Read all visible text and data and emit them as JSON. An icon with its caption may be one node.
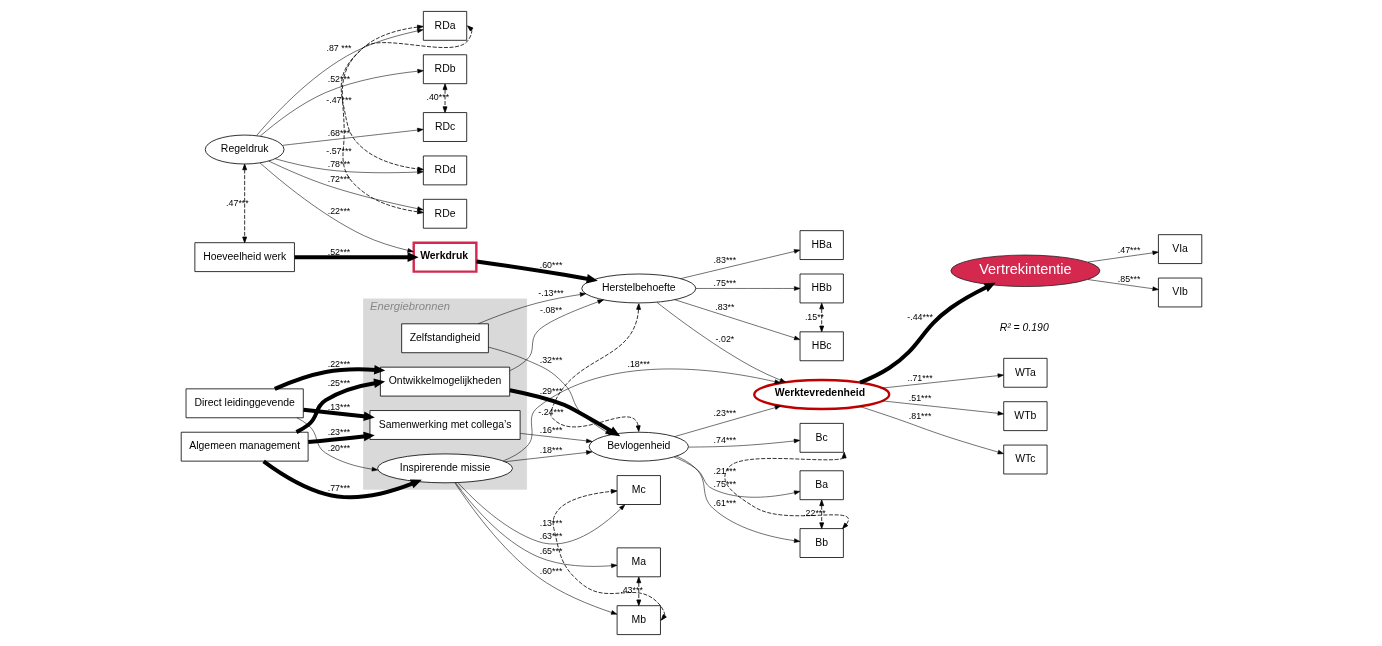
{
  "diagram": {
    "nodes": [
      {
        "text": [
          "RDa"
        ]
      },
      {
        "text": [
          "RDb"
        ]
      },
      {
        "text": [
          "RDc"
        ]
      },
      {
        "text": [
          "RDd"
        ]
      },
      {
        "text": [
          "RDe"
        ]
      },
      {
        "text": [
          "Regeldruk"
        ]
      },
      {
        "text": [
          "Hoeveelheid werk"
        ]
      },
      {
        "text": [
          "Werkdruk"
        ]
      },
      {
        "text": [
          "HBa"
        ]
      },
      {
        "text": [
          "HBb"
        ]
      },
      {
        "text": [
          "HBc"
        ]
      },
      {
        "text": [
          "Herstelbehoefte"
        ]
      },
      {
        "text": [
          "VIa"
        ]
      },
      {
        "text": [
          "VIb"
        ]
      },
      {
        "text": [
          "Vertrekintentie"
        ],
        "beside": [
          "R² = 0.190"
        ]
      },
      {
        "text": [
          "Energiebronnen"
        ]
      },
      {
        "text": [
          "Zelfstandigheid"
        ],
        "in": 15
      },
      {
        "text": [
          "Ontwikkelmogelijkheden"
        ],
        "in": 15
      },
      {
        "text": [
          "Samenwerking met collega’s"
        ],
        "in": 15
      },
      {
        "text": [
          "Inspirerende missie"
        ],
        "in": 15
      },
      {
        "text": [
          "Algemeen management"
        ]
      },
      {
        "text": [
          "Direct leidinggevende"
        ]
      },
      {
        "text": [
          "Bevlogenheid"
        ]
      },
      {
        "text": [
          "Werktevredenheid"
        ]
      },
      {
        "text": [
          "Ma"
        ]
      },
      {
        "text": [
          "Mb"
        ]
      },
      {
        "text": [
          "Mc"
        ]
      },
      {
        "text": [
          "Ba"
        ]
      },
      {
        "text": [
          "Bb"
        ]
      },
      {
        "text": [
          "Bc"
        ]
      },
      {
        "text": [
          "WTa"
        ]
      },
      {
        "text": [
          "WTb"
        ]
      },
      {
        "text": [
          "WTc"
        ]
      }
    ],
    "edges": [
      {
        "from": 5,
        "to": 0,
        "arrow": "to",
        "label": ".87 ***"
      },
      {
        "from": 5,
        "to": 1,
        "arrow": "to",
        "label": ".52***"
      },
      {
        "from": 5,
        "to": 2,
        "arrow": "to",
        "label": ".68***"
      },
      {
        "from": 5,
        "to": 3,
        "arrow": "to",
        "label": ".78***"
      },
      {
        "from": 5,
        "to": 4,
        "arrow": "to",
        "label": ".72***"
      },
      {
        "from": 1,
        "to": 2,
        "arrow": "both",
        "label": ".40***",
        "style": "dashed"
      },
      {
        "from": 0,
        "to": 3,
        "arrow": "both",
        "label": "-.47***",
        "style": "dashed"
      },
      {
        "from": 0,
        "to": 4,
        "arrow": "both",
        "label": "-.57***",
        "style": "dashed"
      },
      {
        "from": 5,
        "to": 6,
        "arrow": "both",
        "label": ".47***",
        "style": "dashed"
      },
      {
        "from": 5,
        "to": 7,
        "arrow": "to",
        "label": ".22***"
      },
      {
        "from": 6,
        "to": 7,
        "arrow": "to",
        "label": ".52***",
        "style": "thick"
      },
      {
        "from": 7,
        "to": 11,
        "arrow": "to",
        "label": ".60***",
        "style": "thick"
      },
      {
        "from": 11,
        "to": 8,
        "arrow": "to",
        "label": ".83***"
      },
      {
        "from": 11,
        "to": 9,
        "arrow": "to",
        "label": ".75***"
      },
      {
        "from": 11,
        "to": 10,
        "arrow": "to",
        "label": ".83**"
      },
      {
        "from": 9,
        "to": 10,
        "arrow": "both",
        "label": ".15**",
        "style": "dashed"
      },
      {
        "from": 14,
        "to": 12,
        "arrow": "to",
        "label": ".47***"
      },
      {
        "from": 14,
        "to": 13,
        "arrow": "to",
        "label": ".85***"
      },
      {
        "from": 16,
        "to": 11,
        "arrow": "to",
        "label": "-.13***"
      },
      {
        "from": 17,
        "to": 11,
        "arrow": "to",
        "label": "-.08**"
      },
      {
        "from": 16,
        "to": 22,
        "arrow": "to",
        "label": ".32***"
      },
      {
        "from": 17,
        "to": 22,
        "arrow": "to",
        "label": ".29***",
        "style": "thick"
      },
      {
        "from": 18,
        "to": 22,
        "arrow": "to",
        "label": ".16***"
      },
      {
        "from": 19,
        "to": 22,
        "arrow": "to",
        "label": ".18***"
      },
      {
        "from": 20,
        "to": 17,
        "arrow": "to",
        "label": ".25***",
        "style": "thick"
      },
      {
        "from": 20,
        "to": 18,
        "arrow": "to",
        "label": ".23***",
        "style": "thick"
      },
      {
        "from": 20,
        "to": 19,
        "arrow": "to",
        "label": ".77***",
        "style": "thick"
      },
      {
        "from": 21,
        "to": 17,
        "arrow": "to",
        "label": ".22***",
        "style": "thick"
      },
      {
        "from": 21,
        "to": 18,
        "arrow": "to",
        "label": ".13***",
        "style": "thick"
      },
      {
        "from": 21,
        "to": 19,
        "arrow": "to",
        "label": ".20***"
      },
      {
        "from": 11,
        "to": 22,
        "arrow": "both",
        "label": "-.24***",
        "style": "dashed"
      },
      {
        "from": 11,
        "to": 23,
        "arrow": "to",
        "label": "-.02*"
      },
      {
        "from": 22,
        "to": 23,
        "arrow": "to",
        "label": ".23***"
      },
      {
        "from": 19,
        "to": 23,
        "arrow": "to",
        "label": ".18***"
      },
      {
        "from": 23,
        "to": 14,
        "arrow": "to",
        "label": "-.44***",
        "style": "thick"
      },
      {
        "from": 19,
        "to": 24,
        "arrow": "to",
        "label": ".65***"
      },
      {
        "from": 19,
        "to": 25,
        "arrow": "to",
        "label": ".60***"
      },
      {
        "from": 19,
        "to": 26,
        "arrow": "to",
        "label": ".63***"
      },
      {
        "from": 24,
        "to": 25,
        "arrow": "both",
        "label": ".43***",
        "style": "dashed"
      },
      {
        "from": 25,
        "to": 26,
        "arrow": "both",
        "label": ".13***",
        "style": "dashed"
      },
      {
        "from": 22,
        "to": 27,
        "arrow": "to",
        "label": ".75***"
      },
      {
        "from": 22,
        "to": 28,
        "arrow": "to",
        "label": ".61***"
      },
      {
        "from": 22,
        "to": 29,
        "arrow": "to",
        "label": ".74***"
      },
      {
        "from": 27,
        "to": 28,
        "arrow": "both",
        "label": ".22***",
        "style": "dashed"
      },
      {
        "from": 28,
        "to": 29,
        "arrow": "both",
        "label": ".21***",
        "style": "dashed"
      },
      {
        "from": 23,
        "to": 30,
        "arrow": "to",
        "label": "..71***"
      },
      {
        "from": 23,
        "to": 31,
        "arrow": "to",
        "label": ".51***"
      },
      {
        "from": 23,
        "to": 32,
        "arrow": "to",
        "label": ".81***"
      }
    ]
  }
}
